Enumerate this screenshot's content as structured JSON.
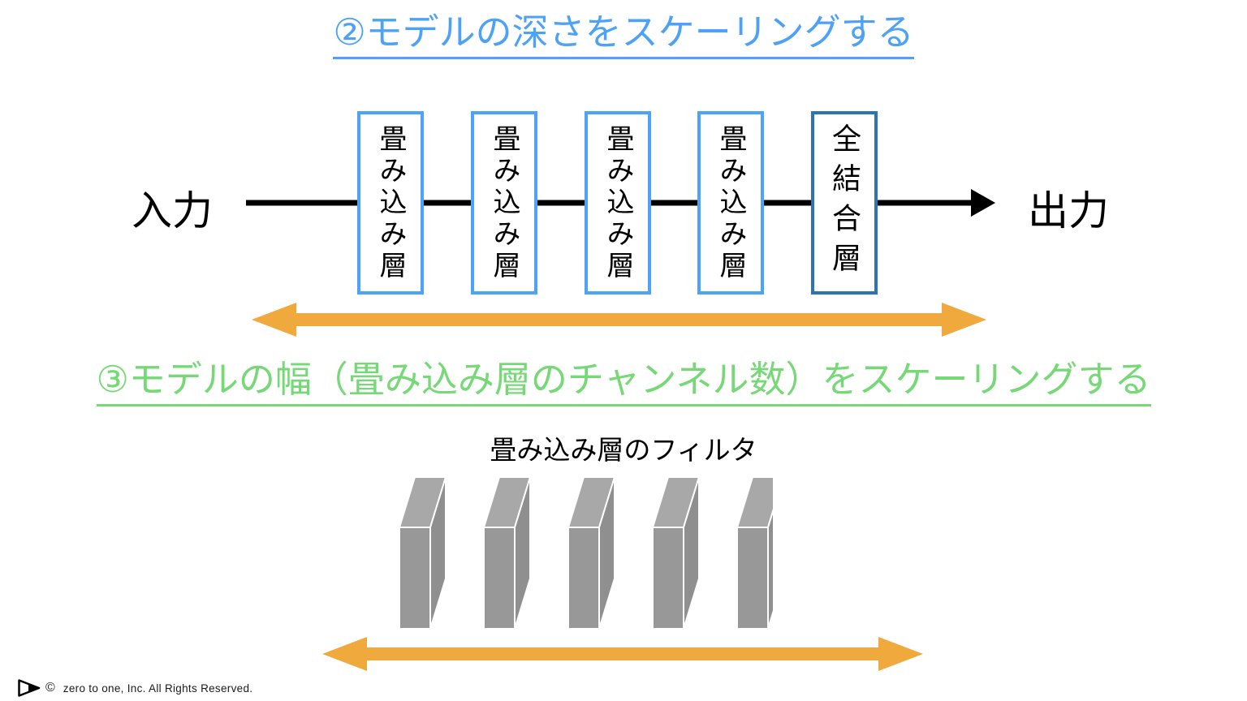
{
  "colors": {
    "title_blue": "#4da2f6",
    "title_green": "#77d877",
    "box_blue": "#4da3f7",
    "fc_box_blue": "#2e74b5",
    "arrow_orange": "#f0a93c",
    "flow_black": "#000000",
    "slab_front": "#989898",
    "slab_top": "#a8a8a8",
    "slab_side": "#8f8f8f"
  },
  "section_depth": {
    "title": "②モデルの深さをスケーリングする",
    "input_label": "入力",
    "output_label": "出力",
    "layers": [
      "畳み込み層",
      "畳み込み層",
      "畳み込み層",
      "畳み込み層",
      "全結合層"
    ]
  },
  "section_width": {
    "title": "③モデルの幅（畳み込み層のチャンネル数）をスケーリングする",
    "filters_label": "畳み込み層のフィルタ",
    "filter_count": 5
  },
  "footer": {
    "copyright_symbol": "©",
    "copyright_text": "zero to one, Inc. All Rights Reserved."
  }
}
